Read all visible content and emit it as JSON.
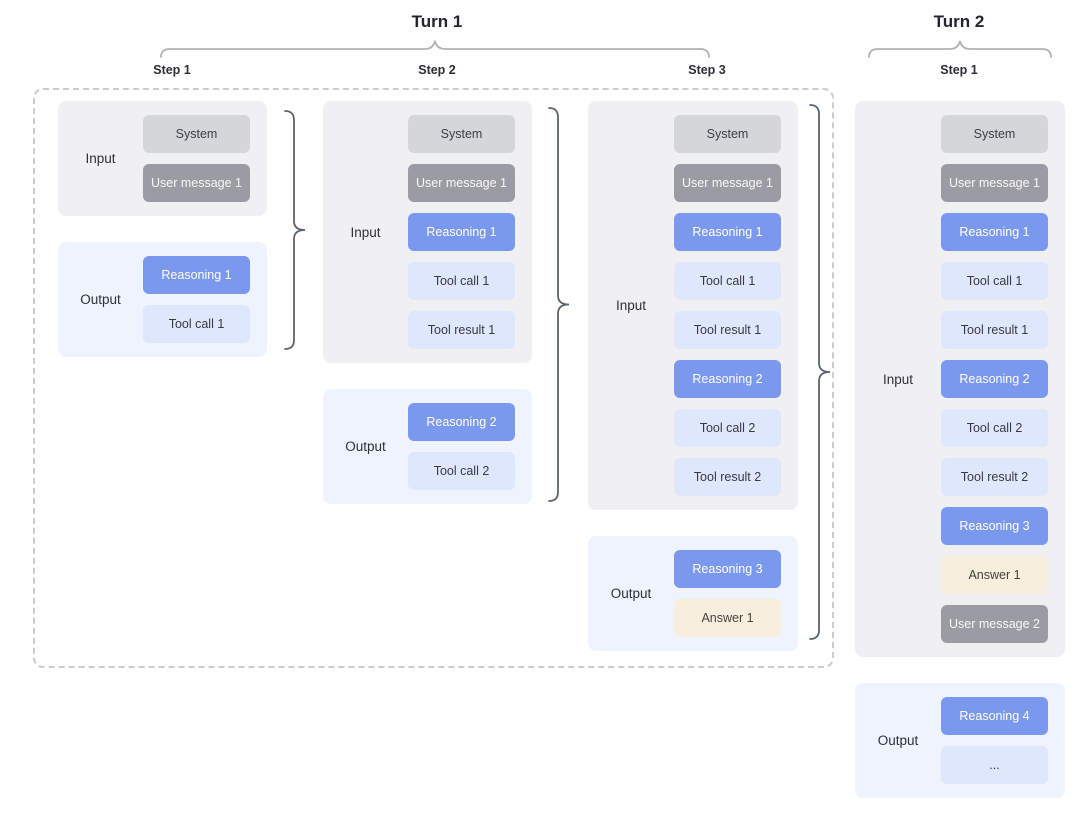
{
  "colors": {
    "page_bg": "#ffffff",
    "input_panel": "#f0f0f2",
    "output_panel": "#eff3fe",
    "dashed_border": "#cccccc",
    "turn_brace": "#b2b2b2",
    "step_brace": "#5d6470",
    "chips": {
      "system": {
        "bg": "#d4d6da",
        "fg": "#3b3e45"
      },
      "user": {
        "bg": "#9b9ca3",
        "fg": "#f8f8f9"
      },
      "reasoning": {
        "bg": "#7b98ef",
        "fg": "#ffffff"
      },
      "tool": {
        "bg": "#dfe7fc",
        "fg": "#373a41"
      },
      "answer": {
        "bg": "#f8eede",
        "fg": "#45423c"
      },
      "ellipsis": {
        "bg": "#dfe7fc",
        "fg": "#373a41"
      }
    }
  },
  "turn1": {
    "title": "Turn 1",
    "steps": [
      {
        "label": "Step 1",
        "input": {
          "label": "Input",
          "chips": [
            {
              "text": "System",
              "type": "system"
            },
            {
              "text": "User message 1",
              "type": "user"
            }
          ]
        },
        "output": {
          "label": "Output",
          "chips": [
            {
              "text": "Reasoning 1",
              "type": "reasoning"
            },
            {
              "text": "Tool call 1",
              "type": "tool"
            }
          ]
        }
      },
      {
        "label": "Step 2",
        "input": {
          "label": "Input",
          "chips": [
            {
              "text": "System",
              "type": "system"
            },
            {
              "text": "User message 1",
              "type": "user"
            },
            {
              "text": "Reasoning 1",
              "type": "reasoning"
            },
            {
              "text": "Tool call 1",
              "type": "tool"
            },
            {
              "text": "Tool result 1",
              "type": "tool"
            }
          ]
        },
        "output": {
          "label": "Output",
          "chips": [
            {
              "text": "Reasoning 2",
              "type": "reasoning"
            },
            {
              "text": "Tool call 2",
              "type": "tool"
            }
          ]
        }
      },
      {
        "label": "Step 3",
        "input": {
          "label": "Input",
          "chips": [
            {
              "text": "System",
              "type": "system"
            },
            {
              "text": "User message 1",
              "type": "user"
            },
            {
              "text": "Reasoning 1",
              "type": "reasoning"
            },
            {
              "text": "Tool call 1",
              "type": "tool"
            },
            {
              "text": "Tool result 1",
              "type": "tool"
            },
            {
              "text": "Reasoning 2",
              "type": "reasoning"
            },
            {
              "text": "Tool call 2",
              "type": "tool"
            },
            {
              "text": "Tool result 2",
              "type": "tool"
            }
          ]
        },
        "output": {
          "label": "Output",
          "chips": [
            {
              "text": "Reasoning 3",
              "type": "reasoning"
            },
            {
              "text": "Answer 1",
              "type": "answer"
            }
          ]
        }
      }
    ]
  },
  "turn2": {
    "title": "Turn 2",
    "steps": [
      {
        "label": "Step 1",
        "input": {
          "label": "Input",
          "chips": [
            {
              "text": "System",
              "type": "system"
            },
            {
              "text": "User message 1",
              "type": "user"
            },
            {
              "text": "Reasoning 1",
              "type": "reasoning"
            },
            {
              "text": "Tool call 1",
              "type": "tool"
            },
            {
              "text": "Tool result 1",
              "type": "tool"
            },
            {
              "text": "Reasoning 2",
              "type": "reasoning"
            },
            {
              "text": "Tool call 2",
              "type": "tool"
            },
            {
              "text": "Tool result 2",
              "type": "tool"
            },
            {
              "text": "Reasoning 3",
              "type": "reasoning"
            },
            {
              "text": "Answer 1",
              "type": "answer"
            },
            {
              "text": "User message 2",
              "type": "user"
            }
          ]
        },
        "output": {
          "label": "Output",
          "chips": [
            {
              "text": "Reasoning 4",
              "type": "reasoning"
            },
            {
              "text": "...",
              "type": "ellipsis"
            }
          ]
        }
      }
    ]
  }
}
